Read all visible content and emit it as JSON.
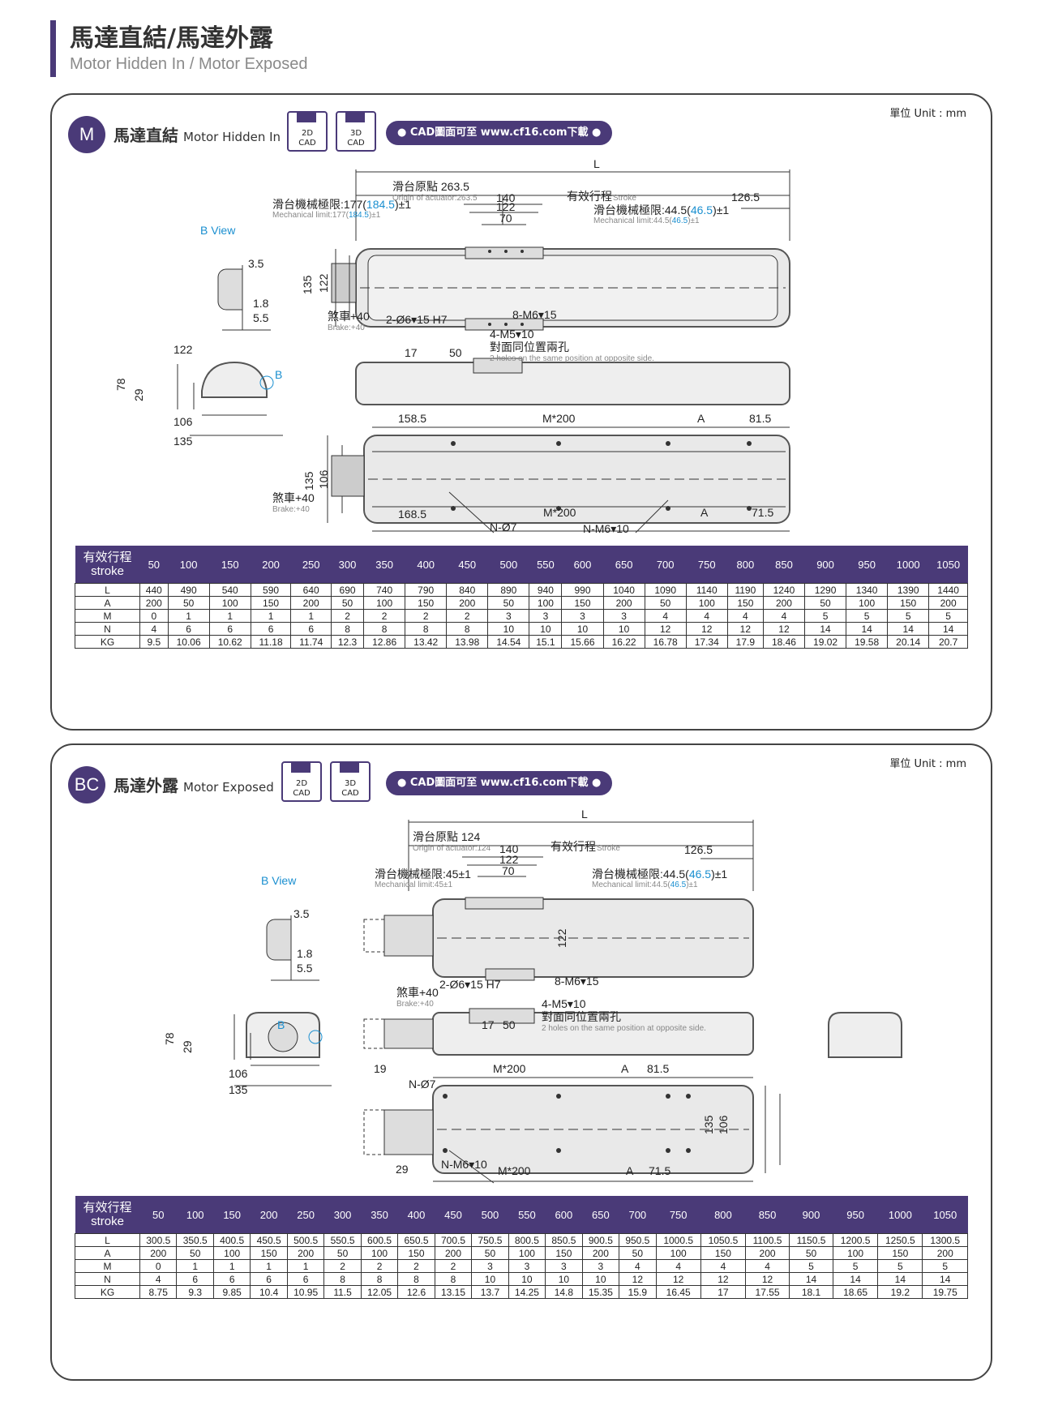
{
  "header": {
    "title": "馬達直結/馬達外露",
    "subtitle": "Motor Hidden In / Motor Exposed"
  },
  "unit_label": "單位 Unit : mm",
  "cad_pill": "● CAD圖面可至 www.cf16.com下載 ●",
  "cad_2d": "2D CAD",
  "cad_3d": "3D CAD",
  "sections": [
    {
      "badge": "M",
      "title_zh": "馬達直結",
      "title_en": "Motor Hidden In",
      "bview": "B View",
      "labels": {
        "L": "L",
        "origin": "滑台原點 263.5",
        "origin_en": "Origin of actuator:263.5",
        "stroke": "有效行程",
        "stroke_en": "Stroke",
        "r126": "126.5",
        "mech_l_pre": "滑台機械極限:177(",
        "mech_l_blue": "184.5",
        "mech_l_post": ")±1",
        "mech_l_en_pre": "Mechanical limit:177(",
        "mech_l_en_post": ")±1",
        "d140": "140",
        "d122": "122",
        "d70": "70",
        "mech_r_pre": "滑台機械極限:44.5(",
        "mech_r_blue": "46.5",
        "mech_r_post": ")±1",
        "mech_r_en_pre": "Mechanical limit:44.5(",
        "mech_r_en_post": ")±1",
        "h135": "135",
        "h122": "122",
        "b35": "3.5",
        "b18": "1.8",
        "b55": "5.5",
        "brake": "煞車+40",
        "brake_en": "Brake:+40",
        "hole": "2-Ø6▾15 H7",
        "m6": "8-M6▾15",
        "m5": "4-M5▾10",
        "opp": "對面同位置兩孔",
        "opp_en": "2 holes on the same position at opposite side.",
        "d17": "17",
        "d50": "50",
        "e122": "122",
        "e78": "78",
        "e29": "29",
        "e106": "106",
        "e135": "135",
        "eB": "B",
        "t158": "158.5",
        "tM200": "M*200",
        "tA": "A",
        "t815": "81.5",
        "t135": "135",
        "t106": "106",
        "b168": "168.5",
        "bM200": "M*200",
        "bA": "A",
        "b715": "71.5",
        "n07": "N-Ø7",
        "nm6": "N-M6▾10"
      },
      "table": {
        "head_zh": "有效行程",
        "head_en": "stroke",
        "strokes": [
          "50",
          "100",
          "150",
          "200",
          "250",
          "300",
          "350",
          "400",
          "450",
          "500",
          "550",
          "600",
          "650",
          "700",
          "750",
          "800",
          "850",
          "900",
          "950",
          "1000",
          "1050"
        ],
        "rows": [
          {
            "name": "L",
            "values": [
              "440",
              "490",
              "540",
              "590",
              "640",
              "690",
              "740",
              "790",
              "840",
              "890",
              "940",
              "990",
              "1040",
              "1090",
              "1140",
              "1190",
              "1240",
              "1290",
              "1340",
              "1390",
              "1440"
            ]
          },
          {
            "name": "A",
            "values": [
              "200",
              "50",
              "100",
              "150",
              "200",
              "50",
              "100",
              "150",
              "200",
              "50",
              "100",
              "150",
              "200",
              "50",
              "100",
              "150",
              "200",
              "50",
              "100",
              "150",
              "200"
            ]
          },
          {
            "name": "M",
            "values": [
              "0",
              "1",
              "1",
              "1",
              "1",
              "2",
              "2",
              "2",
              "2",
              "3",
              "3",
              "3",
              "3",
              "4",
              "4",
              "4",
              "4",
              "5",
              "5",
              "5",
              "5"
            ]
          },
          {
            "name": "N",
            "values": [
              "4",
              "6",
              "6",
              "6",
              "6",
              "8",
              "8",
              "8",
              "8",
              "10",
              "10",
              "10",
              "10",
              "12",
              "12",
              "12",
              "12",
              "14",
              "14",
              "14",
              "14"
            ]
          },
          {
            "name": "KG",
            "values": [
              "9.5",
              "10.06",
              "10.62",
              "11.18",
              "11.74",
              "12.3",
              "12.86",
              "13.42",
              "13.98",
              "14.54",
              "15.1",
              "15.66",
              "16.22",
              "16.78",
              "17.34",
              "17.9",
              "18.46",
              "19.02",
              "19.58",
              "20.14",
              "20.7"
            ]
          }
        ]
      }
    },
    {
      "badge": "BC",
      "title_zh": "馬達外露",
      "title_en": "Motor Exposed",
      "bview": "B View",
      "labels": {
        "L": "L",
        "origin": "滑台原點 124",
        "origin_en": "Origin of actuator:124",
        "stroke": "有效行程",
        "stroke_en": "Stroke",
        "r126": "126.5",
        "mech_l": "滑台機械極限:45±1",
        "mech_l_en": "Mechanical limit:45±1",
        "d140": "140",
        "d122": "122",
        "d70": "70",
        "mech_r_pre": "滑台機械極限:44.5(",
        "mech_r_blue": "46.5",
        "mech_r_post": ")±1",
        "mech_r_en_pre": "Mechanical limit:44.5(",
        "mech_r_en_post": ")±1",
        "h122": "122",
        "b35": "3.5",
        "b18": "1.8",
        "b55": "5.5",
        "brake": "煞車+40",
        "brake_en": "Brake:+40",
        "hole": "2-Ø6▾15 H7",
        "m6": "8-M6▾15",
        "m5": "4-M5▾10",
        "opp": "對面同位置兩孔",
        "opp_en": "2 holes on the same position at opposite side.",
        "d17": "17",
        "d50": "50",
        "e78": "78",
        "e29": "29",
        "e106": "106",
        "e135": "135",
        "eB": "B",
        "t19": "19",
        "n07": "N-Ø7",
        "tM200": "M*200",
        "tA": "A",
        "t815": "81.5",
        "t135": "135",
        "t106": "106",
        "b29": "29",
        "nm6": "N-M6▾10",
        "bM200": "M*200",
        "bA": "A",
        "b715": "71.5"
      },
      "table": {
        "head_zh": "有效行程",
        "head_en": "stroke",
        "strokes": [
          "50",
          "100",
          "150",
          "200",
          "250",
          "300",
          "350",
          "400",
          "450",
          "500",
          "550",
          "600",
          "650",
          "700",
          "750",
          "800",
          "850",
          "900",
          "950",
          "1000",
          "1050"
        ],
        "rows": [
          {
            "name": "L",
            "values": [
              "300.5",
              "350.5",
              "400.5",
              "450.5",
              "500.5",
              "550.5",
              "600.5",
              "650.5",
              "700.5",
              "750.5",
              "800.5",
              "850.5",
              "900.5",
              "950.5",
              "1000.5",
              "1050.5",
              "1100.5",
              "1150.5",
              "1200.5",
              "1250.5",
              "1300.5"
            ]
          },
          {
            "name": "A",
            "values": [
              "200",
              "50",
              "100",
              "150",
              "200",
              "50",
              "100",
              "150",
              "200",
              "50",
              "100",
              "150",
              "200",
              "50",
              "100",
              "150",
              "200",
              "50",
              "100",
              "150",
              "200"
            ]
          },
          {
            "name": "M",
            "values": [
              "0",
              "1",
              "1",
              "1",
              "1",
              "2",
              "2",
              "2",
              "2",
              "3",
              "3",
              "3",
              "3",
              "4",
              "4",
              "4",
              "4",
              "5",
              "5",
              "5",
              "5"
            ]
          },
          {
            "name": "N",
            "values": [
              "4",
              "6",
              "6",
              "6",
              "6",
              "8",
              "8",
              "8",
              "8",
              "10",
              "10",
              "10",
              "10",
              "12",
              "12",
              "12",
              "12",
              "14",
              "14",
              "14",
              "14"
            ]
          },
          {
            "name": "KG",
            "values": [
              "8.75",
              "9.3",
              "9.85",
              "10.4",
              "10.95",
              "11.5",
              "12.05",
              "12.6",
              "13.15",
              "13.7",
              "14.25",
              "14.8",
              "15.35",
              "15.9",
              "16.45",
              "17",
              "17.55",
              "18.1",
              "18.65",
              "19.2",
              "19.75"
            ]
          }
        ]
      }
    }
  ]
}
